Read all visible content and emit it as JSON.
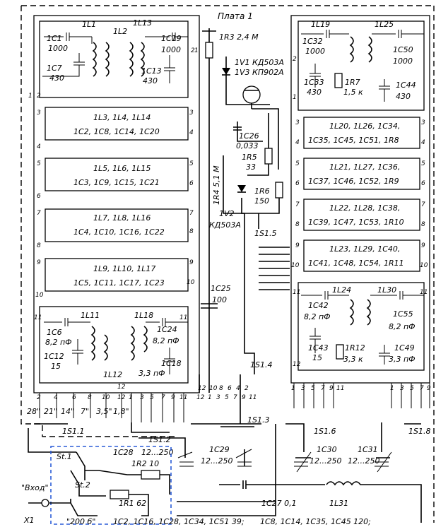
{
  "title": "Плата 1",
  "left_top": {
    "L1": "1L1",
    "L2": "1L2",
    "L13": "1L13",
    "C1": "1C1",
    "C1v": "1000",
    "C7": "1C7",
    "C7v": "430",
    "C19": "1C19",
    "C19v": "1000",
    "C13": "1C13",
    "C13v": "430"
  },
  "left_sections": [
    {
      "pin": "3",
      "line1": "1L3, 1L4, 1L14",
      "line2": "1C2, 1C8, 1C14, 1C20"
    },
    {
      "pin": "5",
      "line1": "1L5, 1L6, 1L15",
      "line2": "1C3, 1C9, 1C15, 1C21"
    },
    {
      "pin": "7",
      "line1": "1L7, 1L8, 1L16",
      "line2": "1C4, 1C10, 1C16, 1C22"
    },
    {
      "pin": "9",
      "line1": "1L9, 1L10, 1L17",
      "line2": "1C5, 1C11, 1C17, 1C23"
    }
  ],
  "left_bottom": {
    "L11": "1L11",
    "L18": "1L18",
    "C6": "1C6",
    "C6v": "8,2 пФ",
    "C12": "1C12",
    "C12v": "15",
    "C24": "1C24",
    "C24v": "8,2 пФ",
    "C18": "1C18",
    "C18v": "3,3 пФ",
    "L12": "1L12"
  },
  "middle": {
    "R3": "1R3  2,4 М",
    "V1": "1V1  КД503А",
    "V3": "1V3  КП902А",
    "C26": "1C26",
    "C26v": "0,033",
    "R5": "1R5",
    "R5v": "33",
    "R4": "1R4  5,1 М",
    "R6": "1R6",
    "R6v": "150",
    "V2": "1V2",
    "V2v": "КД503А",
    "S15": "1S1.5",
    "C25": "1C25",
    "C25v": "100",
    "S14": "1S1.4"
  },
  "right_top": {
    "L19": "1L19",
    "L25": "1L25",
    "C32": "1C32",
    "C32v": "1000",
    "C50": "1C50",
    "C50v": "1000",
    "C33": "1C33",
    "C33v": "430",
    "R7": "1R7",
    "R7v": "1,5 к",
    "C44": "1C44",
    "C44v": "430"
  },
  "right_sections": [
    {
      "line1": "1L20, 1L26, 1C34,",
      "line2": "1C35, 1C45, 1C51, 1R8"
    },
    {
      "line1": "1L21, 1L27, 1C36,",
      "line2": "1C37, 1C46, 1C52, 1R9"
    },
    {
      "line1": "1L22, 1L28, 1C38,",
      "line2": "1C39, 1C47, 1C53, 1R10"
    },
    {
      "line1": "1L23, 1L29, 1C40,",
      "line2": "1C41, 1C48, 1C54, 1R11"
    }
  ],
  "right_bottom": {
    "L24": "1L24",
    "L30": "1L30",
    "C42": "1C42",
    "C42v": "8,2 пФ",
    "C55": "1C55",
    "C55v": "8,2 пФ",
    "C43": "1C43",
    "C43v": "15",
    "R12": "1R12",
    "R12v": "3,3 к",
    "C49": "1C49",
    "C49v": "3,3 пФ"
  },
  "bands": [
    "28\"",
    "21\"",
    "14\"",
    "7\"",
    "3,5\"",
    "1,8\""
  ],
  "bottom": {
    "S11": "1S1.1",
    "S12": "1S1.2",
    "S13": "1S1.3",
    "S16": "1S1.6",
    "S18": "1S1.8",
    "C28": "1C28",
    "C28v": "12...250",
    "C29": "1C29",
    "C29v": "12...250",
    "C30": "1C30",
    "C30v": "12...250",
    "C31": "1C31",
    "C31v": "12...250",
    "R2": "1R2  10",
    "R1": "1R1  62",
    "C27": "1C27  0,1",
    "L31": "1L31",
    "St1": "St.1",
    "St2": "St.2",
    "input": "\"Вход\"",
    "X1": "X1",
    "band200": "\"200 б\""
  },
  "footer": {
    "text1": "1C2, 1C16, 1C28, 1C34, 1C51   39;",
    "text2": "1C8, 1C14, 1C35, 1C45   120;"
  }
}
